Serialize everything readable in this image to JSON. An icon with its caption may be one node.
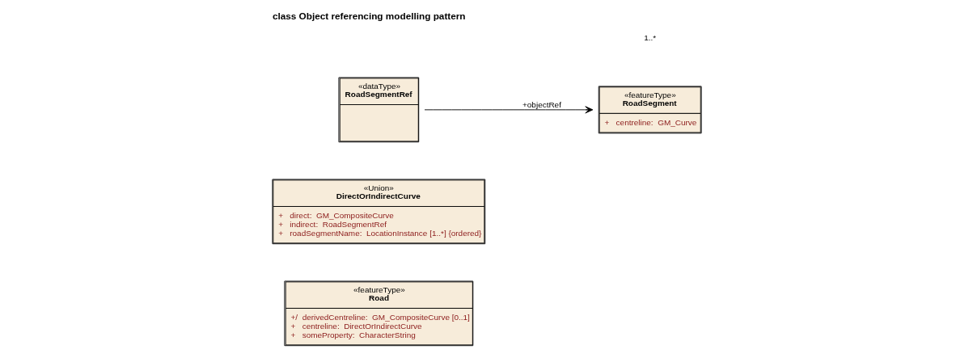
{
  "diagram": {
    "title": "class Object referencing modelling pattern",
    "nodes": [
      {
        "text": [
          "«featureType»",
          "Road",
          "+/  derivedCentreline:  GM_CompositeCurve [0..1]",
          "+   centreline:  DirectOrIndirectCurve",
          "+   someProperty:  CharacterString"
        ]
      },
      {
        "text": [
          "«Union»",
          "DirectOrIndirectCurve",
          "+   direct:  GM_CompositeCurve",
          "+   indirect:  RoadSegmentRef",
          "+   roadSegmentName:  LocationInstance [1..*] {ordered}"
        ]
      },
      {
        "text": [
          "«dataType»",
          "RoadSegmentRef"
        ]
      },
      {
        "text": [
          "«featureType»",
          "RoadSegment",
          "+   centreline:  GM_Curve"
        ]
      }
    ],
    "edges": [
      {
        "from": 2,
        "to": 3,
        "arrow": "to",
        "label": "+objectRef"
      }
    ],
    "labels": [
      "1..*"
    ]
  }
}
